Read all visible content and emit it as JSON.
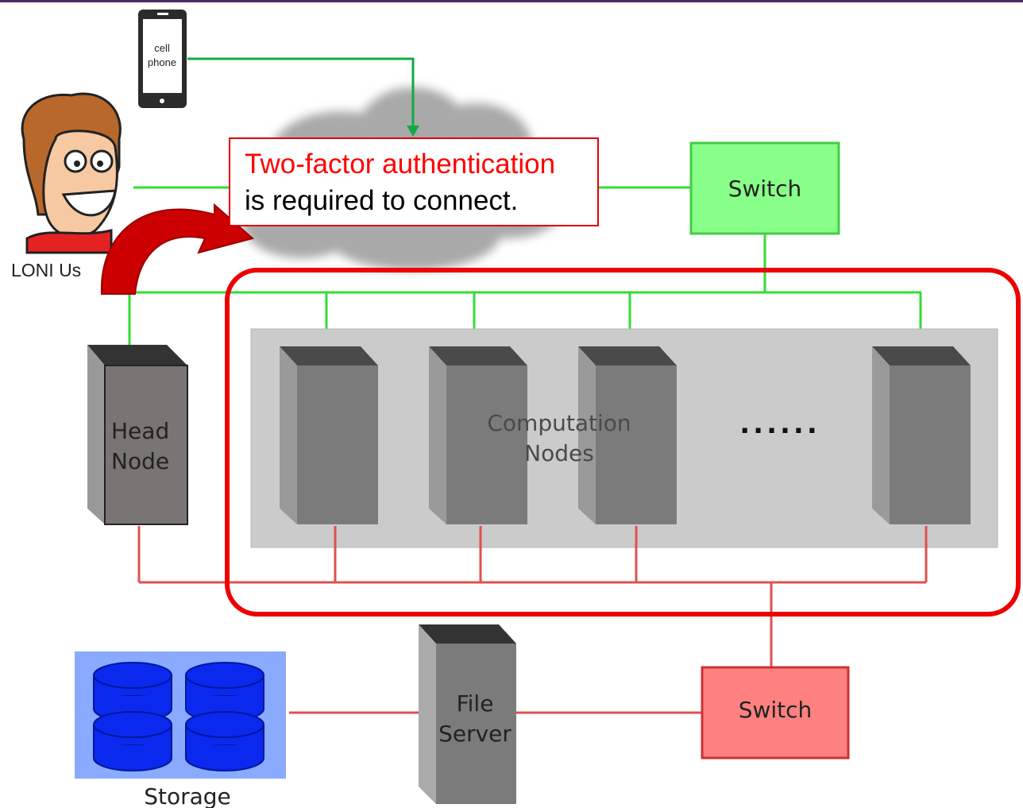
{
  "phone": {
    "label_line1": "cell",
    "label_line2": "phone"
  },
  "callout": {
    "line1": "Two-factor authentication",
    "line2": "is required to connect."
  },
  "user": {
    "label": "LONI Us"
  },
  "switch_top": {
    "label": "Switch"
  },
  "switch_bottom": {
    "label": "Switch"
  },
  "head_node": {
    "label_line1": "Head",
    "label_line2": "Node"
  },
  "computation": {
    "label_line1": "Computation",
    "label_line2": "Nodes",
    "ellipsis": "......"
  },
  "file_server": {
    "label_line1": "File",
    "label_line2": "Server"
  },
  "storage": {
    "label": "Storage"
  },
  "colors": {
    "frame_top": "#4b2a63",
    "green_line": "#33dd33",
    "red_line": "#e05050",
    "highlight": "#ee0000",
    "switch_green": "#88ff88",
    "switch_red": "#ff8080",
    "storage_bg": "#8aaaff",
    "disk": "#0a28ee"
  }
}
